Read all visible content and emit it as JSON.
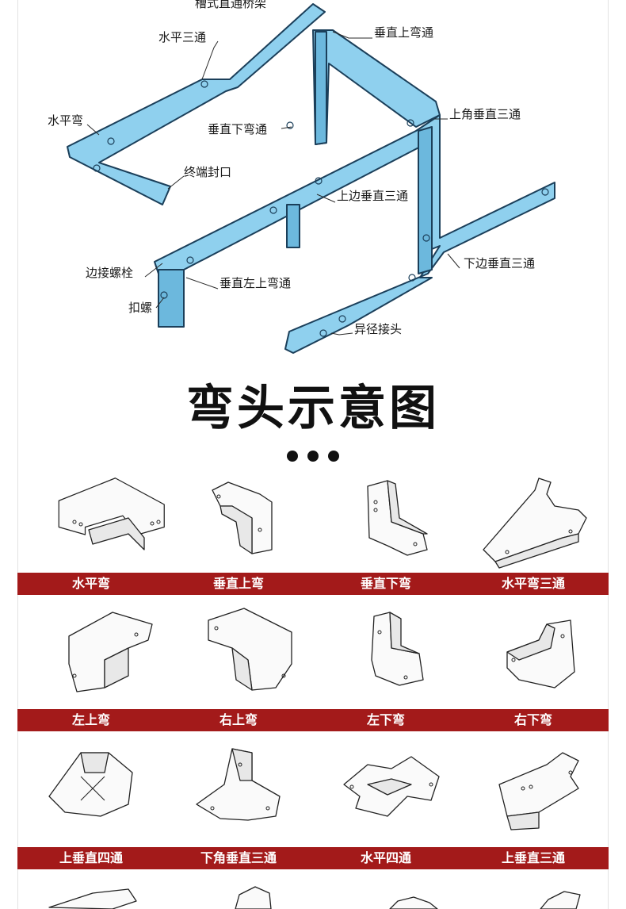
{
  "diagram": {
    "callouts": [
      {
        "id": "trough-straight",
        "text": "槽式直通桥架"
      },
      {
        "id": "horizontal-tee",
        "text": "水平三通"
      },
      {
        "id": "vertical-up-bend",
        "text": "垂直上弯通"
      },
      {
        "id": "horizontal-bend",
        "text": "水平弯"
      },
      {
        "id": "upper-corner-vertical-tee",
        "text": "上角垂直三通"
      },
      {
        "id": "vertical-down-bend",
        "text": "垂直下弯通"
      },
      {
        "id": "end-cap",
        "text": "终端封口"
      },
      {
        "id": "upper-side-vertical-tee",
        "text": "上边垂直三通"
      },
      {
        "id": "lower-side-vertical-tee",
        "text": "下边垂直三通"
      },
      {
        "id": "edge-bolt",
        "text": "边接螺栓"
      },
      {
        "id": "vertical-left-up-bend",
        "text": "垂直左上弯通"
      },
      {
        "id": "fastener",
        "text": "扣螺"
      },
      {
        "id": "reducer",
        "text": "异径接头"
      }
    ]
  },
  "section_title": "弯头示意图",
  "rows": [
    {
      "labels": [
        "水平弯",
        "垂直上弯",
        "垂直下弯",
        "水平弯三通"
      ],
      "icons": [
        "horizontal-bend-icon",
        "vertical-up-bend-icon",
        "vertical-down-bend-icon",
        "horizontal-tee-icon"
      ]
    },
    {
      "labels": [
        "左上弯",
        "右上弯",
        "左下弯",
        "右下弯"
      ],
      "icons": [
        "left-up-bend-icon",
        "right-up-bend-icon",
        "left-down-bend-icon",
        "right-down-bend-icon"
      ]
    },
    {
      "labels": [
        "上垂直四通",
        "下角垂直三通",
        "水平四通",
        "上垂直三通"
      ],
      "icons": [
        "upper-vertical-cross-icon",
        "lower-corner-vertical-tee-icon",
        "horizontal-cross-icon",
        "upper-vertical-tee-icon"
      ]
    }
  ],
  "colors": {
    "band": "#a31a1a",
    "tray_fill": "#8fd0ee",
    "tray_stroke": "#1b3f5a",
    "title": "#111111"
  }
}
